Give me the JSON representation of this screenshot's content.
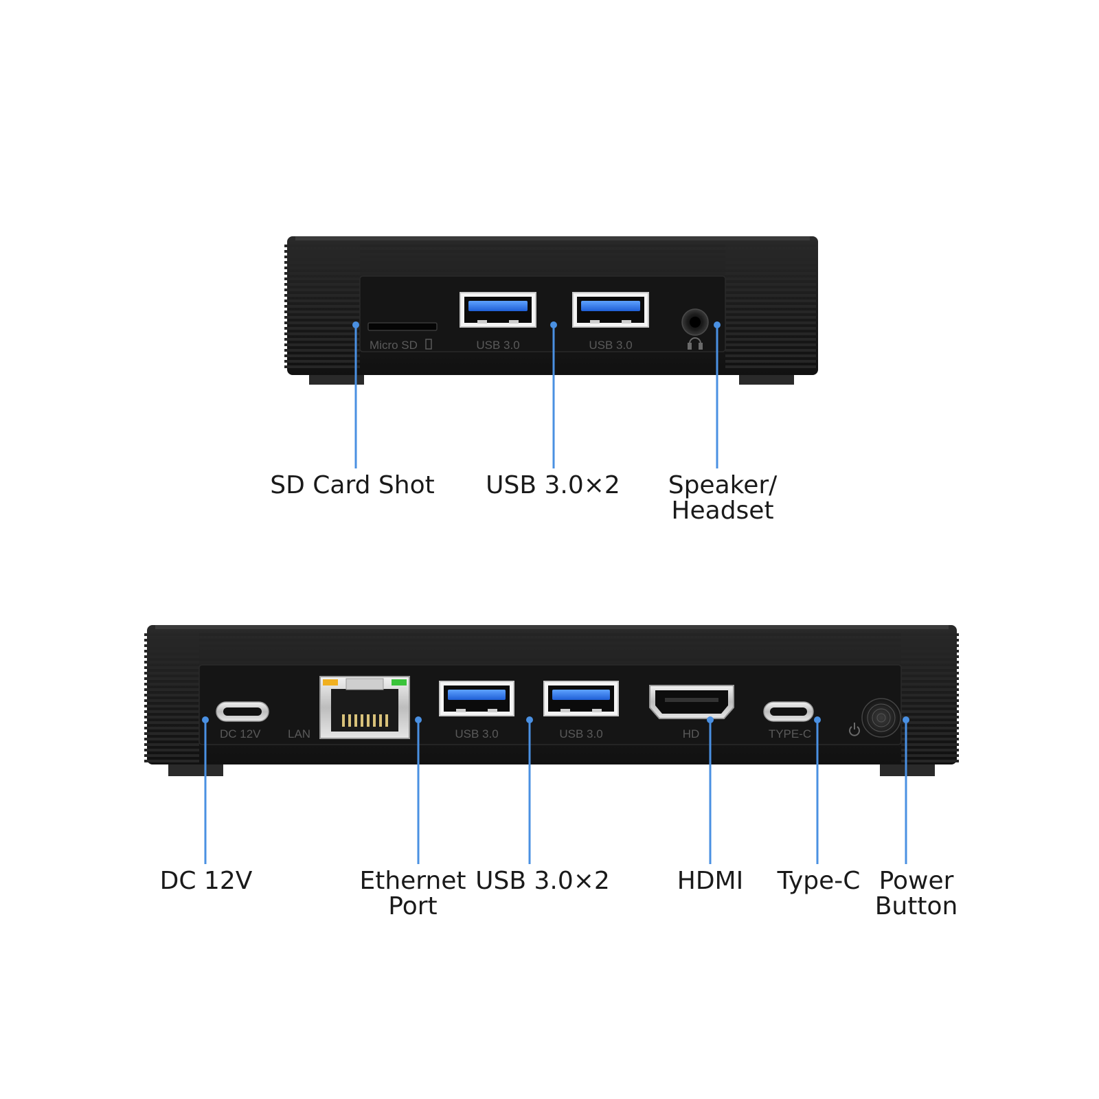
{
  "accent_color": "#4a90e2",
  "front_panel": {
    "port_labels": {
      "micro_sd": "Micro SD",
      "usb_a": "USB 3.0",
      "usb_b": "USB 3.0"
    },
    "callouts": {
      "sd": "SD Card Shot",
      "usb": "USB 3.0×2",
      "audio_line1": "Speaker/",
      "audio_line2": "Headset"
    }
  },
  "rear_panel": {
    "port_labels": {
      "dc": "DC 12V",
      "lan": "LAN",
      "usb_a": "USB 3.0",
      "usb_b": "USB 3.0",
      "hdmi": "HD",
      "typec": "TYPE-C"
    },
    "callouts": {
      "dc": "DC 12V",
      "ethernet_line1": "Ethernet",
      "ethernet_line2": "Port",
      "usb": "USB 3.0×2",
      "hdmi": "HDMI",
      "typec": "Type-C",
      "power_line1": "Power",
      "power_line2": "Button"
    }
  },
  "icons": [
    "headphone-icon",
    "power-icon"
  ]
}
